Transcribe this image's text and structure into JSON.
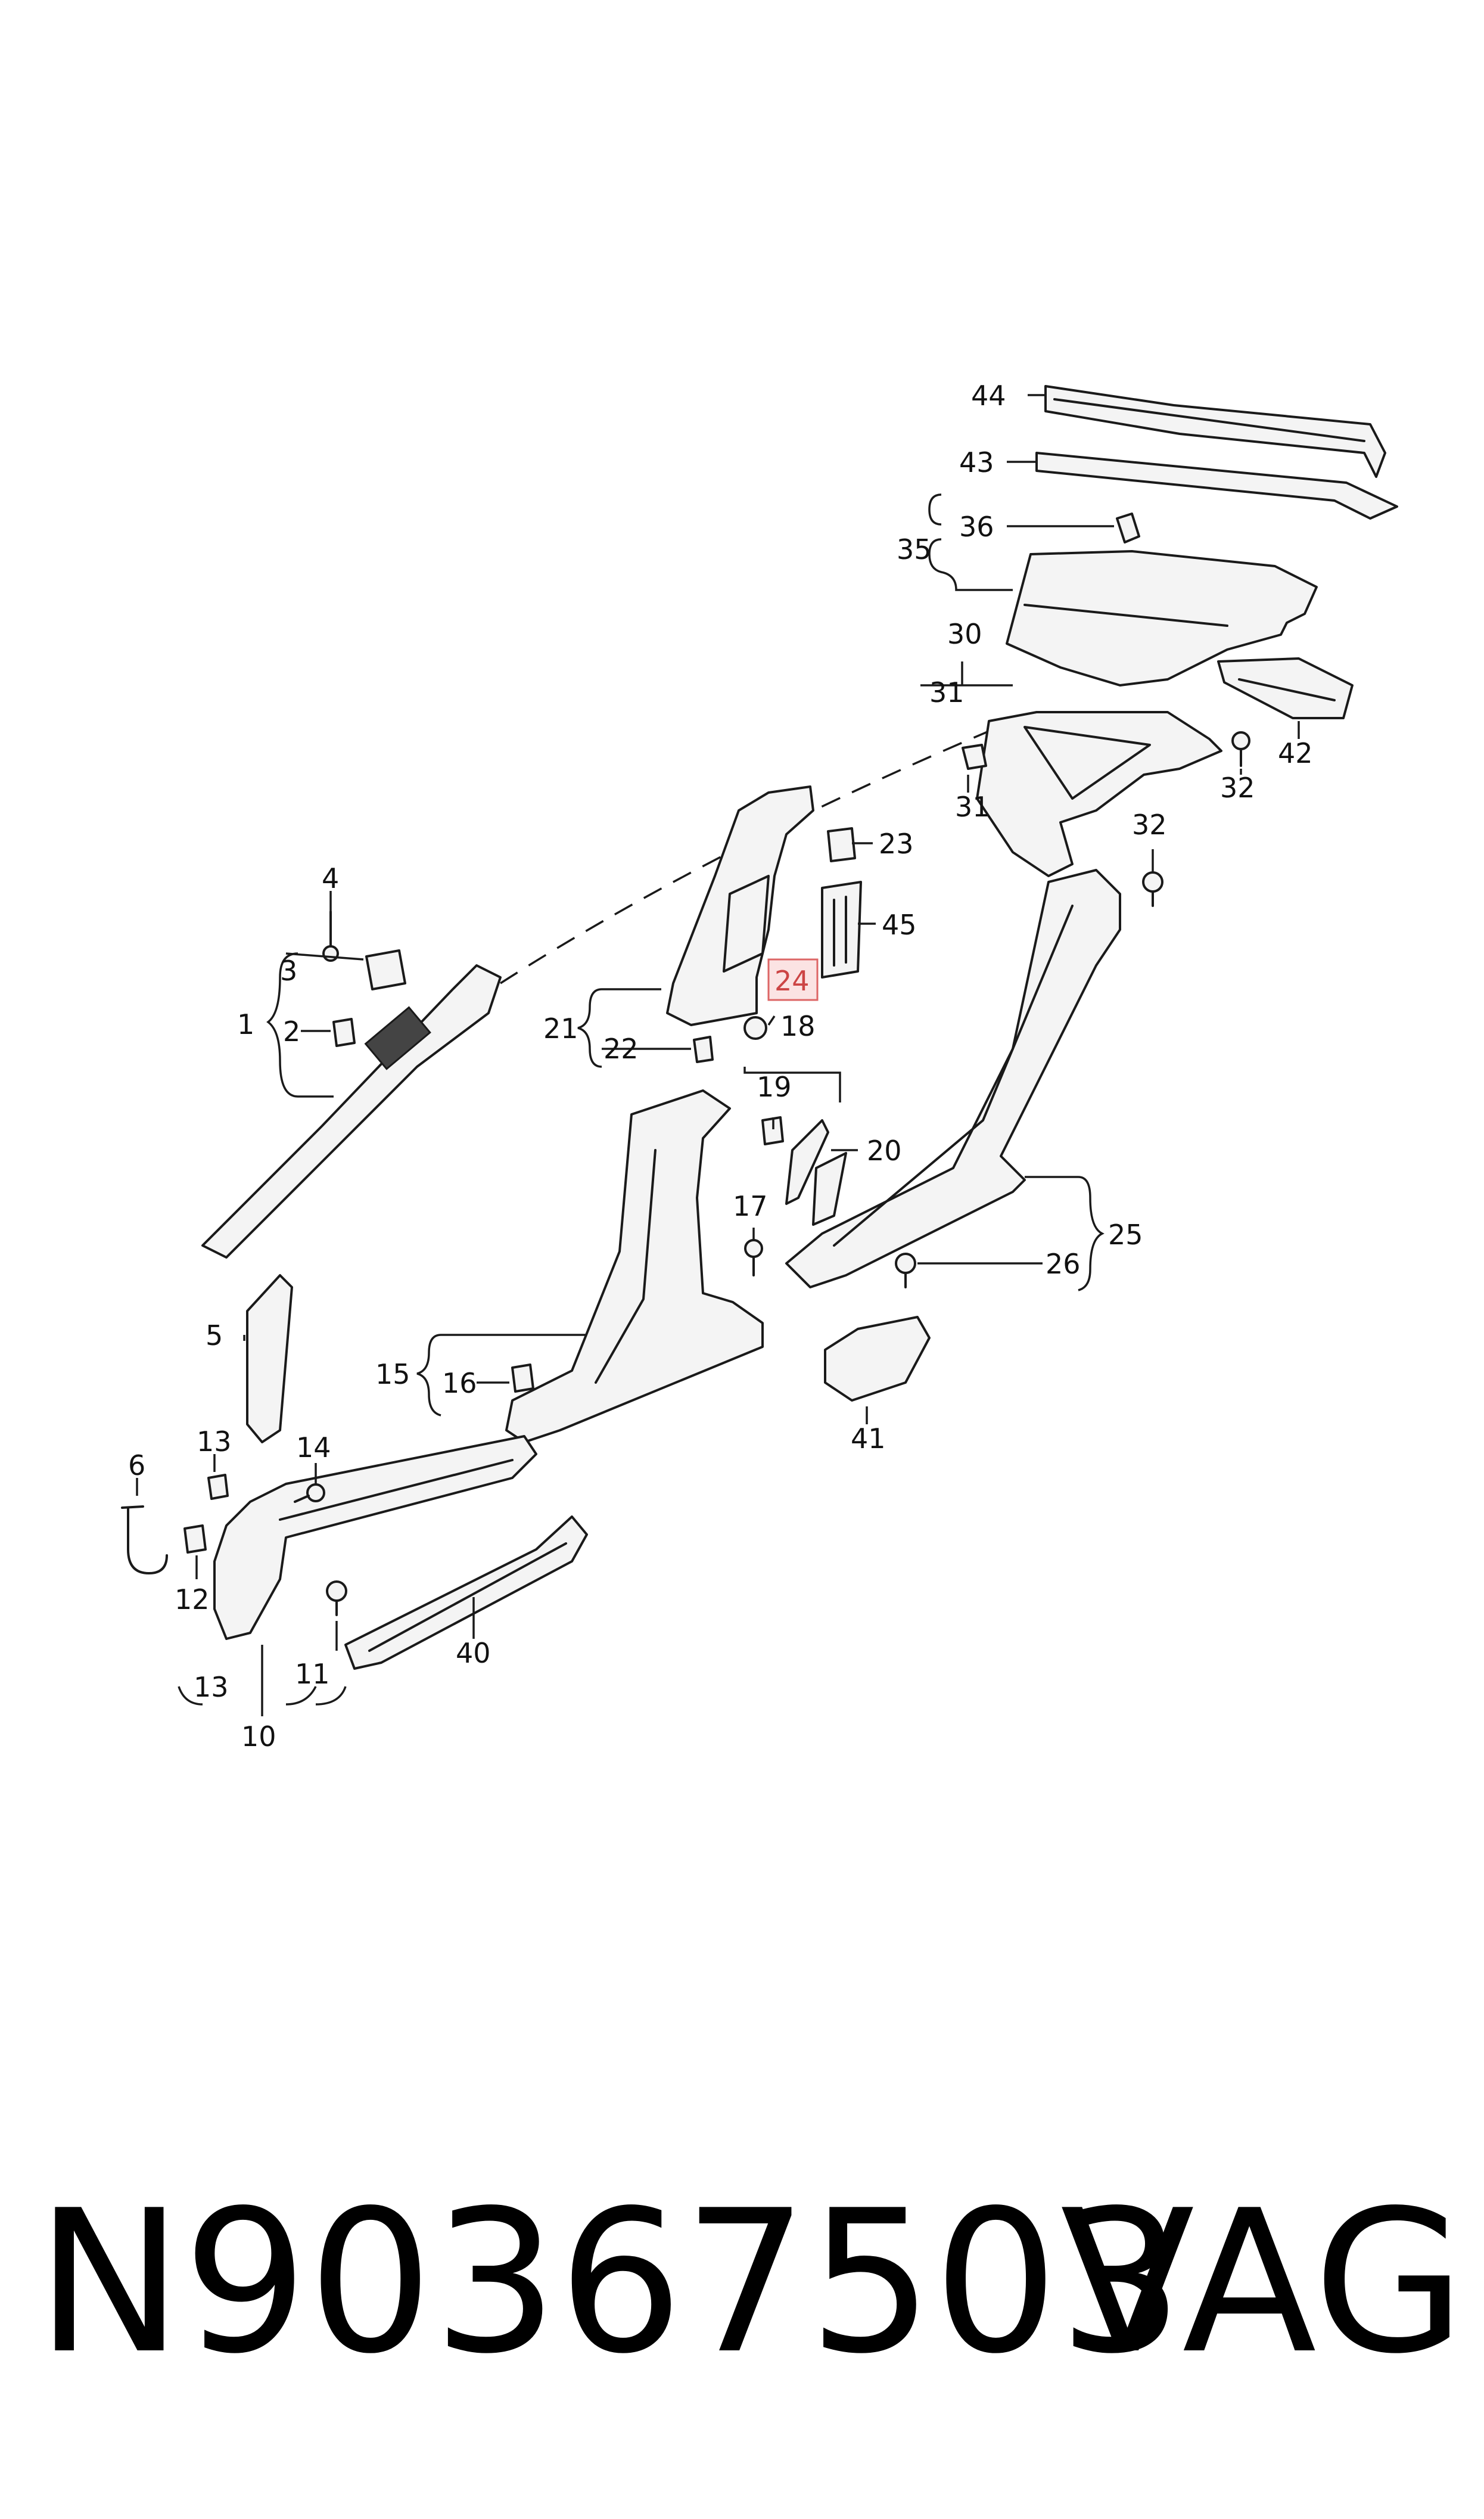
{
  "callouts": {
    "c1": "1",
    "c2": "2",
    "c3": "3",
    "c4": "4",
    "c5": "5",
    "c6": "6",
    "c10": "10",
    "c11": "11",
    "c12": "12",
    "c13a": "13",
    "c13b": "13",
    "c14": "14",
    "c15": "15",
    "c16": "16",
    "c17": "17",
    "c18": "18",
    "c19": "19",
    "c20": "20",
    "c21": "21",
    "c22": "22",
    "c23": "23",
    "c24": "24",
    "c25": "25",
    "c26": "26",
    "c30": "30",
    "c31a": "31",
    "c31b": "31",
    "c32a": "32",
    "c32b": "32",
    "c35": "35",
    "c36": "36",
    "c40": "40",
    "c41": "41",
    "c42": "42",
    "c43": "43",
    "c44": "44",
    "c45": "45"
  },
  "highlighted_callout": "24",
  "colors": {
    "highlight": "#d66",
    "highlight_fill": "#fbe3e3",
    "ink": "#111111"
  },
  "footer": {
    "part_number": "N90367503",
    "brand": "VAG"
  }
}
